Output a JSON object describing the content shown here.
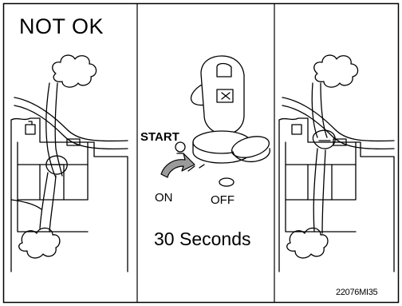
{
  "figure": {
    "heading": "NOT OK",
    "key_positions": {
      "start": "START",
      "on": "ON",
      "off": "OFF"
    },
    "duration": "30 Seconds",
    "figure_code": "22076MI35"
  }
}
